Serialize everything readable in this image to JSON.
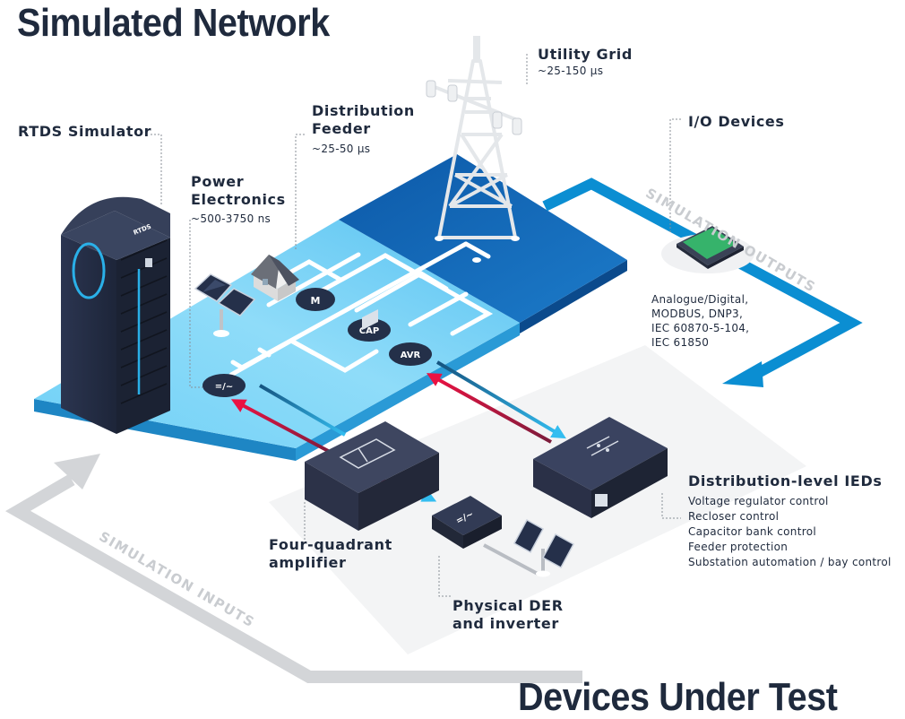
{
  "titles": {
    "simulated_network": "Simulated Network",
    "devices_under_test": "Devices Under Test"
  },
  "labels": {
    "rtds": "RTDS Simulator",
    "power_electronics": {
      "line1": "Power",
      "line2": "Electronics",
      "sub": "~500-3750 ns"
    },
    "distribution_feeder": {
      "line1": "Distribution",
      "line2": "Feeder",
      "sub": "~25-50 µs"
    },
    "utility_grid": {
      "title": "Utility Grid",
      "sub": "~25-150 µs"
    },
    "io_devices": "I/O Devices",
    "protocols": [
      "Analogue/Digital,",
      "MODBUS, DNP3,",
      "IEC 60870-5-104,",
      "IEC 61850"
    ],
    "ieds": {
      "title": "Distribution-level IEDs",
      "items": [
        "Voltage regulator control",
        "Recloser control",
        "Capacitor bank control",
        "Feeder protection",
        "Substation automation / bay control"
      ]
    },
    "amplifier": {
      "line1": "Four-quadrant",
      "line2": "amplifier"
    },
    "der": {
      "line1": "Physical DER",
      "line2": "and inverter"
    }
  },
  "flow_tags": {
    "outputs": "SIMULATION OUTPUTS",
    "inputs": "SIMULATION INPUTS"
  },
  "node_badges": {
    "motor": "M",
    "capacitor": "CAP",
    "regulator": "AVR",
    "inverter": "=/~"
  },
  "rack_logo": "RTDS",
  "colors": {
    "text": "#1f2a3d",
    "sky": "#38b8ec",
    "deep_blue": "#0a5dae",
    "flow_blue": "#0b8ed2",
    "red": "#e0143c",
    "grey_arrow": "#d3d5d8",
    "device_dark": "#28324a"
  }
}
